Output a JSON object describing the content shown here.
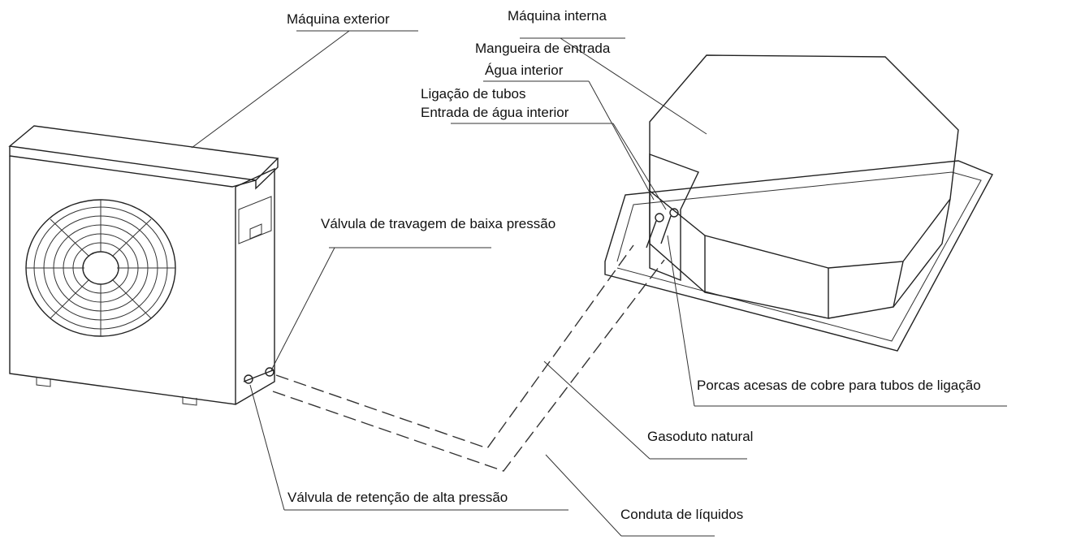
{
  "labels": {
    "outdoor_unit": "Máquina exterior",
    "indoor_unit": "Máquina interna",
    "inlet_hose": "Mangueira de entrada",
    "indoor_water": "Água interior",
    "pipe_connection": "Ligação de tubos",
    "indoor_water_inlet": "Entrada de água interior",
    "low_pressure_valve": "Válvula de travagem de baixa pressão",
    "flare_nuts": "Porcas acesas de cobre para tubos de ligação",
    "gas_pipe": "Gasoduto natural",
    "high_pressure_valve": "Válvula de retenção de alta pressão",
    "liquid_pipe": "Conduta de líquidos"
  }
}
